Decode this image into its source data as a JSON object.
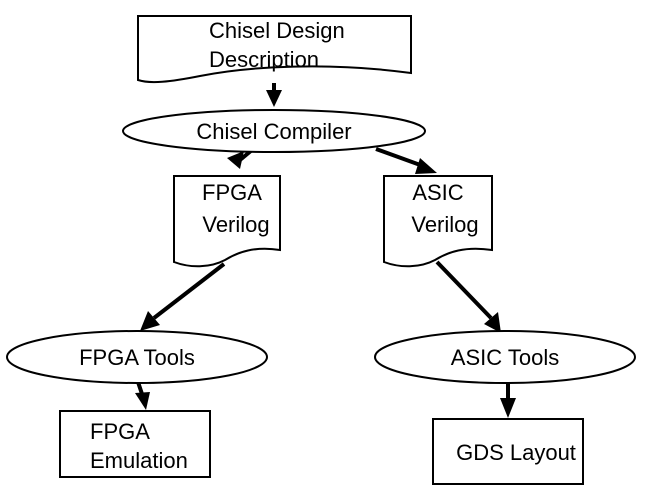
{
  "nodes": {
    "chisel_design": {
      "lines": [
        "Chisel Design",
        "Description"
      ]
    },
    "chisel_compiler": {
      "lines": [
        "Chisel Compiler"
      ]
    },
    "fpga_verilog": {
      "lines": [
        "FPGA",
        "Verilog"
      ]
    },
    "asic_verilog": {
      "lines": [
        "ASIC",
        "Verilog"
      ]
    },
    "fpga_tools": {
      "lines": [
        "FPGA Tools"
      ]
    },
    "asic_tools": {
      "lines": [
        "ASIC Tools"
      ]
    },
    "fpga_emulation": {
      "lines": [
        "FPGA",
        "Emulation"
      ]
    },
    "gds_layout": {
      "lines": [
        "GDS Layout"
      ]
    }
  },
  "edges": [
    {
      "from": "chisel_design",
      "to": "chisel_compiler"
    },
    {
      "from": "chisel_compiler",
      "to": "fpga_verilog"
    },
    {
      "from": "chisel_compiler",
      "to": "asic_verilog"
    },
    {
      "from": "fpga_verilog",
      "to": "fpga_tools"
    },
    {
      "from": "asic_verilog",
      "to": "asic_tools"
    },
    {
      "from": "fpga_tools",
      "to": "fpga_emulation"
    },
    {
      "from": "asic_tools",
      "to": "gds_layout"
    }
  ]
}
